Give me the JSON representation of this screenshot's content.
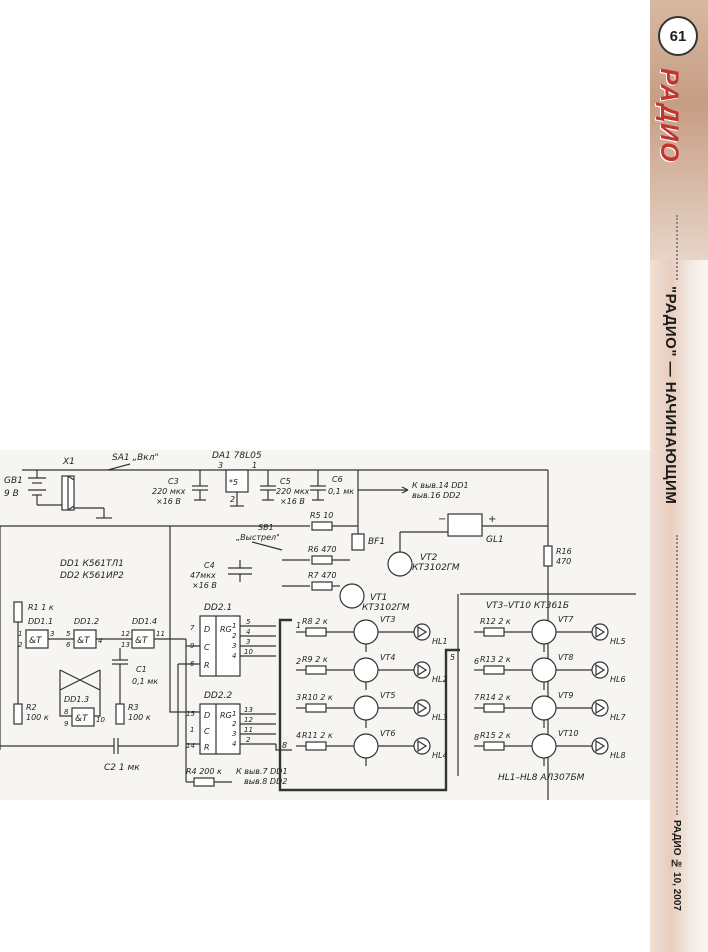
{
  "sidebar": {
    "page_number": "61",
    "magazine_logo": "РАДИО",
    "section_title": "\"РАДИО\" — НАЧИНАЮЩИМ",
    "issue_label": "РАДИО № 10, 2007"
  },
  "schematic": {
    "power": {
      "battery": "GB1",
      "battery_voltage": "9 В",
      "connector": "X1",
      "switch": "SA1 „Вкл\"",
      "regulator": "DA1 78L05",
      "regulator_body": "*5",
      "regulator_pins": [
        "3",
        "1",
        "2"
      ],
      "c3": "С3",
      "c3_value": "220 мкх",
      "c3_voltage": "×16 В",
      "c5": "С5",
      "c5_value": "220 мкх",
      "c5_voltage": "×16 В",
      "c6": "С6",
      "c6_value": "0,1 мк",
      "supply_note_1": "К выв.14 DD1",
      "supply_note_2": "выв.16 DD2"
    },
    "ic_list": [
      "DD1 К561ТЛ1",
      "DD2 К561ИР2"
    ],
    "dd1": {
      "gate_labels": [
        "DD1.1",
        "DD1.2",
        "DD1.3",
        "DD1.4"
      ],
      "gate_body": "&Т",
      "r1": "R1 1 к",
      "r2": "R2",
      "r2_value": "100 к",
      "r3": "R3",
      "r3_value": "100 к",
      "c1": "С1",
      "c1_value": "0,1 мк",
      "c2": "С2 1 мк",
      "pins": [
        "1",
        "2",
        "3",
        "5",
        "6",
        "4",
        "12",
        "13",
        "11",
        "8",
        "9",
        "10"
      ]
    },
    "shooter": {
      "sb1_ref": "SB1",
      "sb1_name": "„Выстрел\"",
      "c4": "С4",
      "c4_value": "47мкх",
      "c4_voltage": "×16 В",
      "r5": "R5 10",
      "r6": "R6 470",
      "r7": "R7 470",
      "bf1": "BF1",
      "vt1": "VT1",
      "vt1_type": "КТ3102ГМ",
      "vt2": "VT2",
      "vt2_type": "КТ3102ГМ",
      "gl1": "GL1",
      "r16": "R16",
      "r16_value": "470",
      "minus": "−",
      "plus": "+"
    },
    "register": {
      "dd21": "DD2.1",
      "dd22": "DD2.2",
      "rg": "RG",
      "d": "D",
      "c": "C",
      "r": "R",
      "dd21_in_pins": [
        "7",
        "9",
        "6"
      ],
      "dd22_in_pins": [
        "15",
        "1",
        "14"
      ],
      "dd21_out_bits": [
        "1",
        "2",
        "3",
        "4"
      ],
      "dd21_out_pins": [
        "5",
        "4",
        "3",
        "10"
      ],
      "dd22_out_bits": [
        "1",
        "2",
        "3",
        "4"
      ],
      "dd22_out_pins": [
        "13",
        "12",
        "11",
        "2"
      ],
      "bus_numbers": [
        "1",
        "2",
        "3",
        "4",
        "5",
        "6",
        "7",
        "8"
      ],
      "r4": "R4 200 к",
      "r4_note_1": "К выв.7 DD1",
      "r4_note_2": "выв.8 DD2"
    },
    "drivers": {
      "transistor_note": "VT3–VT10 КТ361Б",
      "led_note": "HL1–HL8 АЛ307БМ",
      "left_resistors": [
        "R8 2 к",
        "R9 2 к",
        "R10 2 к",
        "R11 2 к"
      ],
      "left_transistors": [
        "VT3",
        "VT4",
        "VT5",
        "VT6"
      ],
      "left_leds": [
        "HL1",
        "HL2",
        "HL3",
        "HL4"
      ],
      "right_resistors": [
        "R12 2 к",
        "R13 2 к",
        "R14 2 к",
        "R15 2 к"
      ],
      "right_transistors": [
        "VT7",
        "VT8",
        "VT9",
        "VT10"
      ],
      "right_leds": [
        "HL5",
        "HL6",
        "HL7",
        "HL8"
      ]
    }
  }
}
